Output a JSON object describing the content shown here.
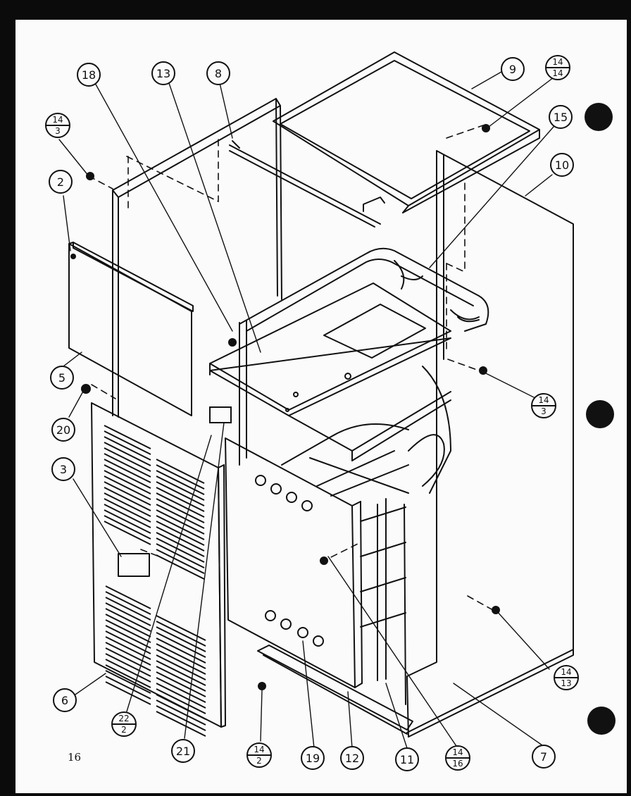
{
  "page_number": "16",
  "callouts": {
    "c2": "2",
    "c3": "3",
    "c5": "5",
    "c6": "6",
    "c7": "7",
    "c8": "8",
    "c9": "9",
    "c10": "10",
    "c11": "11",
    "c12": "12",
    "c13": "13",
    "c15": "15",
    "c18": "18",
    "c19": "19",
    "c20": "20",
    "c21": "21"
  },
  "fraction_callouts": {
    "f14_14": {
      "top": "14",
      "bottom": "14"
    },
    "f14_3_left": {
      "top": "14",
      "bottom": "3"
    },
    "f14_3_right": {
      "top": "14",
      "bottom": "3"
    },
    "f14_13": {
      "top": "14",
      "bottom": "13"
    },
    "f14_16": {
      "top": "14",
      "bottom": "16"
    },
    "f14_2": {
      "top": "14",
      "bottom": "2"
    },
    "f22_2": {
      "top": "22",
      "bottom": "2"
    }
  }
}
